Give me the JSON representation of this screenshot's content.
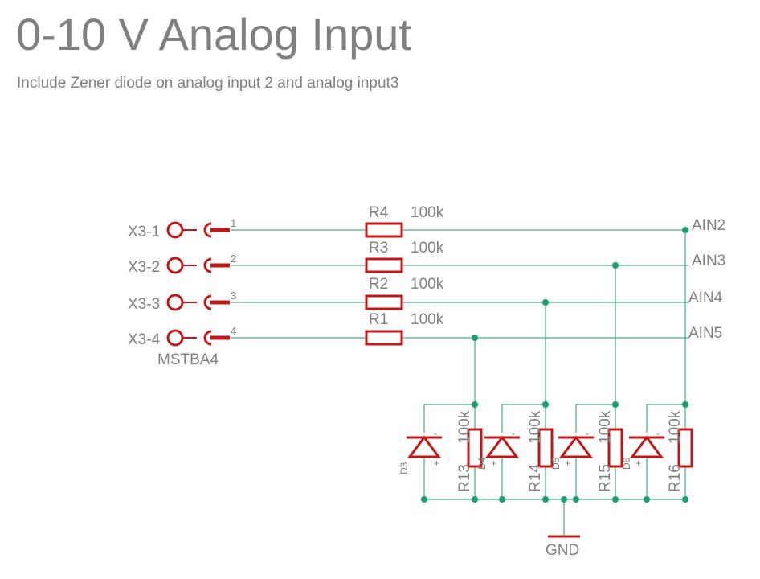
{
  "header": {
    "title": "0-10 V Analog Input",
    "subtitle": "Include Zener diode on analog input 2 and analog input3"
  },
  "connector": {
    "name": "MSTBA4",
    "pins": [
      {
        "label": "X3-1",
        "num": "1"
      },
      {
        "label": "X3-2",
        "num": "2"
      },
      {
        "label": "X3-3",
        "num": "3"
      },
      {
        "label": "X3-4",
        "num": "4"
      }
    ]
  },
  "series_resistors": [
    {
      "name": "R4",
      "value": "100k"
    },
    {
      "name": "R3",
      "value": "100k"
    },
    {
      "name": "R2",
      "value": "100k"
    },
    {
      "name": "R1",
      "value": "100k"
    }
  ],
  "outputs": [
    "AIN2",
    "AIN3",
    "AIN4",
    "AIN5"
  ],
  "shunt_resistors": [
    {
      "name": "R13",
      "value": "100k"
    },
    {
      "name": "R14",
      "value": "100k"
    },
    {
      "name": "R15",
      "value": "100k"
    },
    {
      "name": "R16",
      "value": "100k"
    }
  ],
  "diodes": [
    "D3",
    "D4",
    "D5",
    "D6"
  ],
  "diode_marks": {
    "plus": "+",
    "minus": "-"
  },
  "ground": "GND",
  "colors": {
    "wire": "#1a9e6e",
    "part": "#c01818",
    "text": "#808080"
  }
}
